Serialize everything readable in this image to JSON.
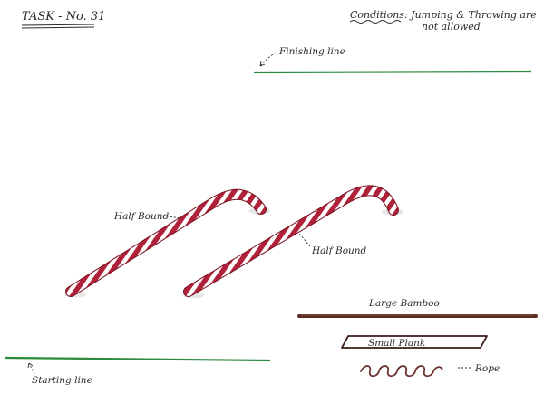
{
  "header": {
    "task": "TASK - No. 31",
    "conditions_line1": "Conditions: Jumping & Throwing are",
    "conditions_line2": "not allowed"
  },
  "labels": {
    "finishing_line": "Finishing line",
    "starting_line": "Starting line",
    "half_bound_left": "Half Bound",
    "half_bound_right": "Half Bound",
    "large_bamboo": "Large Bamboo",
    "small_plank": "Small Plank",
    "rope": "Rope"
  },
  "colors": {
    "line_green": "#2e8b3e",
    "half_bound_red": "#b0223a",
    "bamboo": "#5b2a22",
    "ink": "#2a2a2a"
  }
}
